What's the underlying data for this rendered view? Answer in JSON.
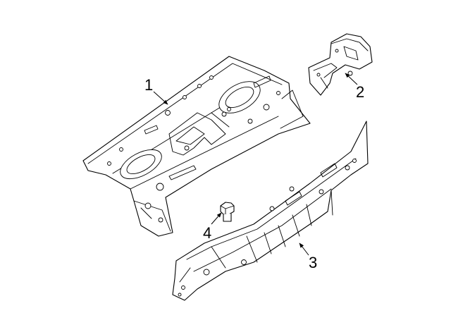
{
  "callouts": [
    {
      "number": "1",
      "part": "rear-package-tray"
    },
    {
      "number": "2",
      "part": "tray-bracket"
    },
    {
      "number": "3",
      "part": "rear-body-panel"
    },
    {
      "number": "4",
      "part": "bolt"
    }
  ],
  "colors": {
    "line": "#000000",
    "background": "#ffffff"
  }
}
